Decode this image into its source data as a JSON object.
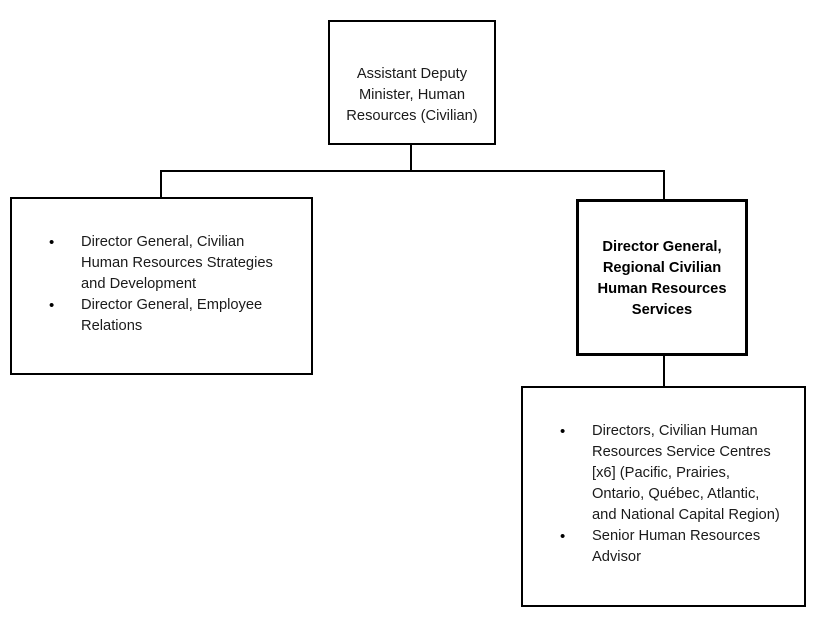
{
  "chart": {
    "type": "org-chart",
    "background_color": "#ffffff",
    "line_color": "#000000",
    "text_color": "#1a1a1a",
    "nodes": {
      "adm": {
        "title": "Assistant Deputy Minister, Human Resources (Civilian)",
        "level": 1
      },
      "left_group": {
        "items": [
          "Director General, Civilian Human Resources Strategies and Development",
          "Director General, Employee Relations"
        ],
        "bullet_glyph": "•",
        "level": 2
      },
      "dg_regional": {
        "title": "Director General, Regional Civilian Human Resources Services",
        "emphasis": true,
        "level": 2
      },
      "regional_group": {
        "items": [
          "Directors, Civilian Human Resources Service Centres [x6] (Pacific, Prairies, Ontario, Québec, Atlantic, and National Capital Region)",
          "Senior Human Resources Advisor"
        ],
        "bullet_glyph": "•",
        "level": 3
      }
    }
  }
}
